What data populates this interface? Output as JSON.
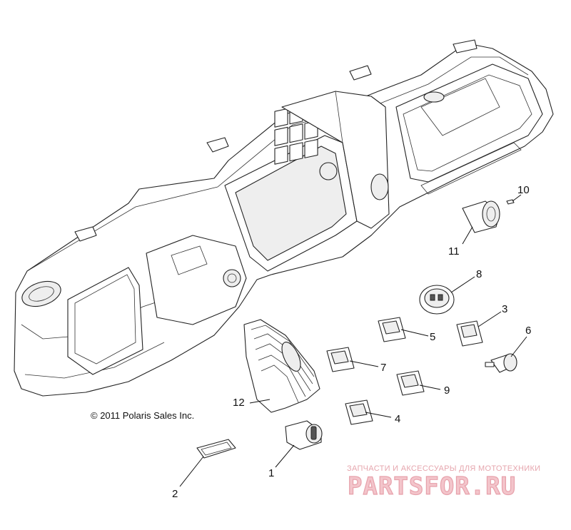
{
  "copyright": "© 2011 Polaris Sales Inc.",
  "callouts": [
    {
      "id": "1",
      "label": "1"
    },
    {
      "id": "2",
      "label": "2"
    },
    {
      "id": "3",
      "label": "3"
    },
    {
      "id": "4",
      "label": "4"
    },
    {
      "id": "5",
      "label": "5"
    },
    {
      "id": "6",
      "label": "6"
    },
    {
      "id": "7",
      "label": "7"
    },
    {
      "id": "8",
      "label": "8"
    },
    {
      "id": "9",
      "label": "9"
    },
    {
      "id": "10",
      "label": "10"
    },
    {
      "id": "11",
      "label": "11"
    },
    {
      "id": "12",
      "label": "12"
    }
  ],
  "watermark": {
    "caption": "ЗАПЧАСТИ И АКСЕССУАРЫ ДЛЯ МОТОТЕХНИКИ",
    "logo": "PARTSFOR.RU"
  }
}
